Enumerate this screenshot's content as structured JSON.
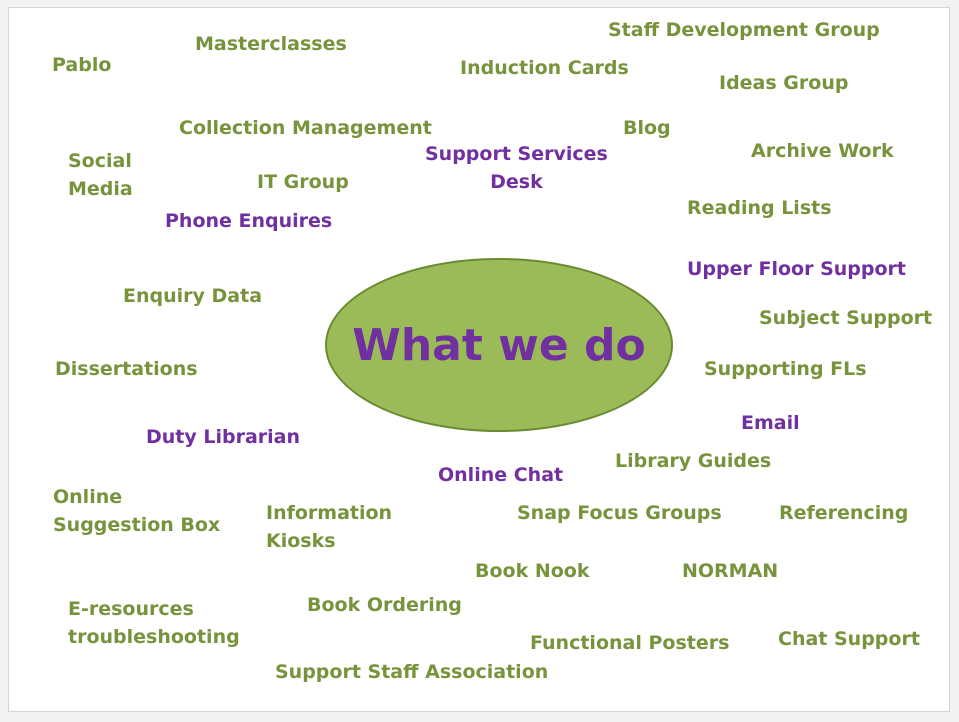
{
  "colors": {
    "green": "#77933c",
    "purple": "#7030a0",
    "ellipse_fill": "#9bbb59"
  },
  "center": {
    "label": "What we do"
  },
  "terms": {
    "pablo": "Pablo",
    "masterclasses": "Masterclasses",
    "staff_development_group": "Staff Development Group",
    "induction_cards": "Induction Cards",
    "ideas_group": "Ideas Group",
    "collection_management": "Collection Management",
    "blog": "Blog",
    "social_media": "Social\nMedia",
    "support_services_desk": "Support Services\nDesk",
    "archive_work": "Archive Work",
    "it_group": "IT Group",
    "phone_enquires": "Phone Enquires",
    "reading_lists": "Reading Lists",
    "upper_floor_support": "Upper Floor Support",
    "enquiry_data": "Enquiry Data",
    "subject_support": "Subject Support",
    "dissertations": "Dissertations",
    "supporting_fls": "Supporting FLs",
    "email": "Email",
    "duty_librarian": "Duty Librarian",
    "library_guides": "Library Guides",
    "online_chat": "Online Chat",
    "online_suggestion_box": "Online\nSuggestion Box",
    "information_kiosks": "Information\nKiosks",
    "snap_focus_groups": "Snap Focus Groups",
    "referencing": "Referencing",
    "book_nook": "Book Nook",
    "norman": "NORMAN",
    "e_resources_troubleshooting": "E-resources\ntroubleshooting",
    "book_ordering": "Book Ordering",
    "functional_posters": "Functional Posters",
    "chat_support": "Chat Support",
    "support_staff_association": "Support Staff Association"
  }
}
